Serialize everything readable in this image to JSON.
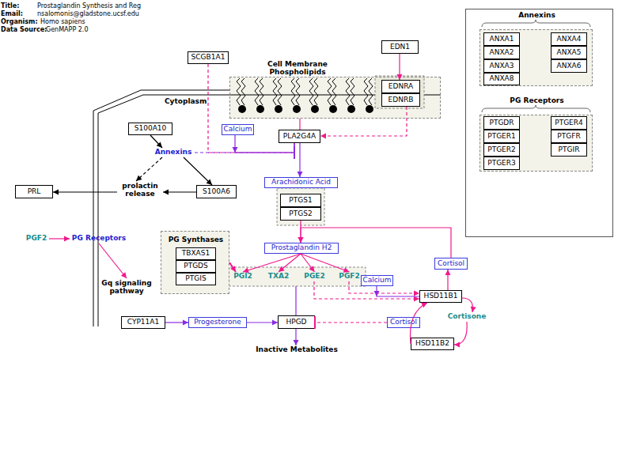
{
  "diagram": {
    "title": "Prostaglandin Synthesis and Reg",
    "nodes": [
      {
        "text": [
          "SCGB1A1"
        ]
      },
      {
        "text": [
          "EDN1"
        ]
      },
      {
        "text": [
          "Cell Membrane Phospholipids"
        ]
      },
      {
        "text": [
          "EDNRA"
        ],
        "in": 2
      },
      {
        "text": [
          "EDNRB"
        ],
        "in": 2
      },
      {
        "text": [
          "S100A10"
        ]
      },
      {
        "text": [
          "Calcium"
        ]
      },
      {
        "text": [
          "PLA2G4A"
        ]
      },
      {
        "text": [
          "Annexins"
        ]
      },
      {
        "text": [
          "prolactin release"
        ]
      },
      {
        "text": [
          "PRL"
        ]
      },
      {
        "text": [
          "S100A6"
        ]
      },
      {
        "text": [
          "Arachidonic Acid"
        ]
      },
      {
        "text": [
          "PTGS1"
        ]
      },
      {
        "text": [
          "PTGS2"
        ]
      },
      {
        "text": [
          "PGF2"
        ]
      },
      {
        "text": [
          "PG Receptors"
        ]
      },
      {
        "text": [
          "PG Synthases"
        ]
      },
      {
        "text": [
          "TBXAS1"
        ],
        "in": 17
      },
      {
        "text": [
          "PTGDS"
        ],
        "in": 17
      },
      {
        "text": [
          "PTGIS"
        ],
        "in": 17
      },
      {
        "text": [
          "Gq signaling pathway"
        ]
      },
      {
        "text": [
          "Prostaglandin H2"
        ]
      },
      {
        "text": [
          "Cortisol"
        ]
      },
      {
        "text": [
          "PGI2"
        ]
      },
      {
        "text": [
          "TXA2"
        ]
      },
      {
        "text": [
          "PGE2"
        ]
      },
      {
        "text": [
          "PGF2"
        ]
      },
      {
        "text": [
          "Calcium"
        ]
      },
      {
        "text": [
          "HSD11B1"
        ]
      },
      {
        "text": [
          "CYP11A1"
        ]
      },
      {
        "text": [
          "Progesterone"
        ]
      },
      {
        "text": [
          "HPGD"
        ]
      },
      {
        "text": [
          "Cortisol"
        ]
      },
      {
        "text": [
          "Cortisone"
        ]
      },
      {
        "text": [
          "Inactive Metabolites"
        ]
      },
      {
        "text": [
          "HSD11B2"
        ]
      },
      {
        "text": [
          "Annexins"
        ]
      },
      {
        "text": [
          "ANXA1"
        ],
        "in": 37
      },
      {
        "text": [
          "ANXA2"
        ],
        "in": 37
      },
      {
        "text": [
          "ANXA3"
        ],
        "in": 37
      },
      {
        "text": [
          "ANXA8"
        ],
        "in": 37
      },
      {
        "text": [
          "ANXA4"
        ],
        "in": 37
      },
      {
        "text": [
          "ANXA5"
        ],
        "in": 37
      },
      {
        "text": [
          "ANXA6"
        ],
        "in": 37
      },
      {
        "text": [
          "PG Receptors"
        ]
      },
      {
        "text": [
          "PTGDR"
        ],
        "in": 45
      },
      {
        "text": [
          "PTGER1"
        ],
        "in": 45
      },
      {
        "text": [
          "PTGER2"
        ],
        "in": 45
      },
      {
        "text": [
          "PTGER3"
        ],
        "in": 45
      },
      {
        "text": [
          "PTGER4"
        ],
        "in": 45
      },
      {
        "text": [
          "PTGFR"
        ],
        "in": 45
      },
      {
        "text": [
          "PTGIR"
        ],
        "in": 45
      }
    ],
    "edges": [
      {
        "from": 1,
        "to": 3,
        "arrow": "to"
      },
      {
        "from": 4,
        "to": 7,
        "arrow": "to"
      },
      {
        "from": 2,
        "to": 7,
        "arrow": "none"
      },
      {
        "from": 0,
        "to": 7,
        "arrow": "none"
      },
      {
        "from": 6,
        "to": 7,
        "arrow": "to"
      },
      {
        "from": 8,
        "to": 7,
        "arrow": "to"
      },
      {
        "from": 7,
        "to": 12,
        "arrow": "to"
      },
      {
        "from": 14,
        "to": 22,
        "arrow": "to"
      },
      {
        "from": 23,
        "to": 22,
        "arrow": "to"
      },
      {
        "from": 29,
        "to": 23,
        "arrow": "to"
      },
      {
        "from": 22,
        "to": 24,
        "arrow": "to"
      },
      {
        "from": 22,
        "to": 25,
        "arrow": "to"
      },
      {
        "from": 22,
        "to": 26,
        "arrow": "to"
      },
      {
        "from": 22,
        "to": 27,
        "arrow": "to"
      },
      {
        "from": 17,
        "to": 24,
        "arrow": "to"
      },
      {
        "from": 26,
        "to": 29,
        "arrow": "to"
      },
      {
        "from": 27,
        "to": 29,
        "arrow": "to"
      },
      {
        "from": 28,
        "to": 29,
        "arrow": "to"
      },
      {
        "from": 29,
        "to": 34,
        "arrow": "to"
      },
      {
        "from": 34,
        "to": 36,
        "arrow": "to"
      },
      {
        "from": 36,
        "to": 29,
        "arrow": "to"
      },
      {
        "from": 33,
        "to": 32,
        "arrow": "to"
      },
      {
        "from": 30,
        "to": 31,
        "arrow": "to"
      },
      {
        "from": 31,
        "to": 32,
        "arrow": "to"
      },
      {
        "from": 32,
        "to": 35,
        "arrow": "to"
      },
      {
        "from": 5,
        "to": 8,
        "arrow": "to"
      },
      {
        "from": 8,
        "to": 9,
        "arrow": "to"
      },
      {
        "from": 8,
        "to": 11,
        "arrow": "to"
      },
      {
        "from": 11,
        "to": 9,
        "arrow": "to"
      },
      {
        "from": 9,
        "to": 10,
        "arrow": "to"
      },
      {
        "from": 15,
        "to": 16,
        "arrow": "to"
      },
      {
        "from": 16,
        "to": 21,
        "arrow": "to"
      }
    ],
    "labels": [
      "Title:",
      "Email:",
      "nsalomonis@gladstone.ucsf.edu",
      "Organism:",
      "Homo sapiens",
      "Data Source:",
      "GenMAPP 2.0",
      "Cytoplasm"
    ]
  }
}
